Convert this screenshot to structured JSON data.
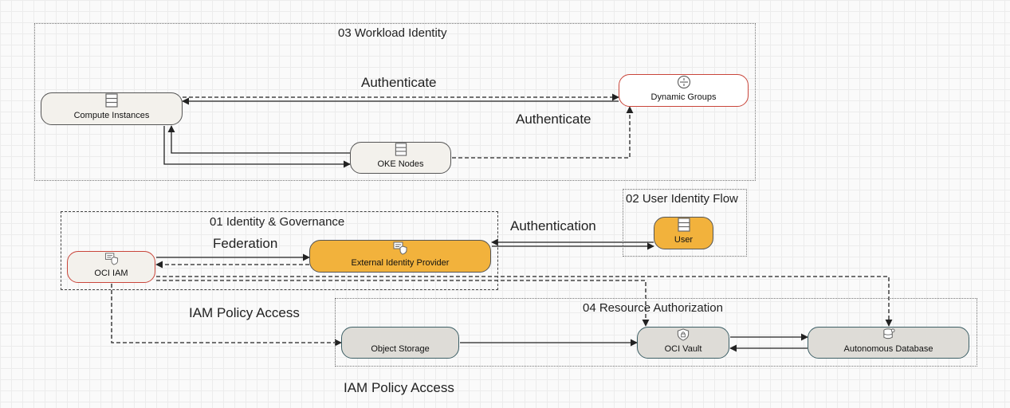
{
  "groups": {
    "workload": {
      "title": "03 Workload Identity"
    },
    "user": {
      "title": "02 User Identity Flow"
    },
    "identity": {
      "title": "01 Identity & Governance"
    },
    "resource": {
      "title": "04 Resource Authorization"
    }
  },
  "nodes": {
    "compute": {
      "label": "Compute Instances",
      "icon": "server-icon"
    },
    "dynamic": {
      "label": "Dynamic Groups",
      "icon": "group-icon"
    },
    "oke": {
      "label": "OKE Nodes",
      "icon": "server-icon"
    },
    "user": {
      "label": "User",
      "icon": "server-icon"
    },
    "ociiam": {
      "label": "OCI IAM",
      "icon": "identity-icon"
    },
    "extidp": {
      "label": "External Identity Provider",
      "icon": "identity-icon"
    },
    "objstore": {
      "label": "Object Storage"
    },
    "vault": {
      "label": "OCI Vault",
      "icon": "vault-icon"
    },
    "adb": {
      "label": "Autonomous Database",
      "icon": "database-icon"
    }
  },
  "edge_labels": {
    "auth1": "Authenticate",
    "auth2": "Authenticate",
    "authentication": "Authentication",
    "federation": "Federation",
    "iam1": "IAM Policy Access",
    "iam2": "IAM Policy Access"
  },
  "colors": {
    "accent_orange": "#f2b23c",
    "accent_red": "#c9453a",
    "teal_border": "#3d5f66"
  }
}
